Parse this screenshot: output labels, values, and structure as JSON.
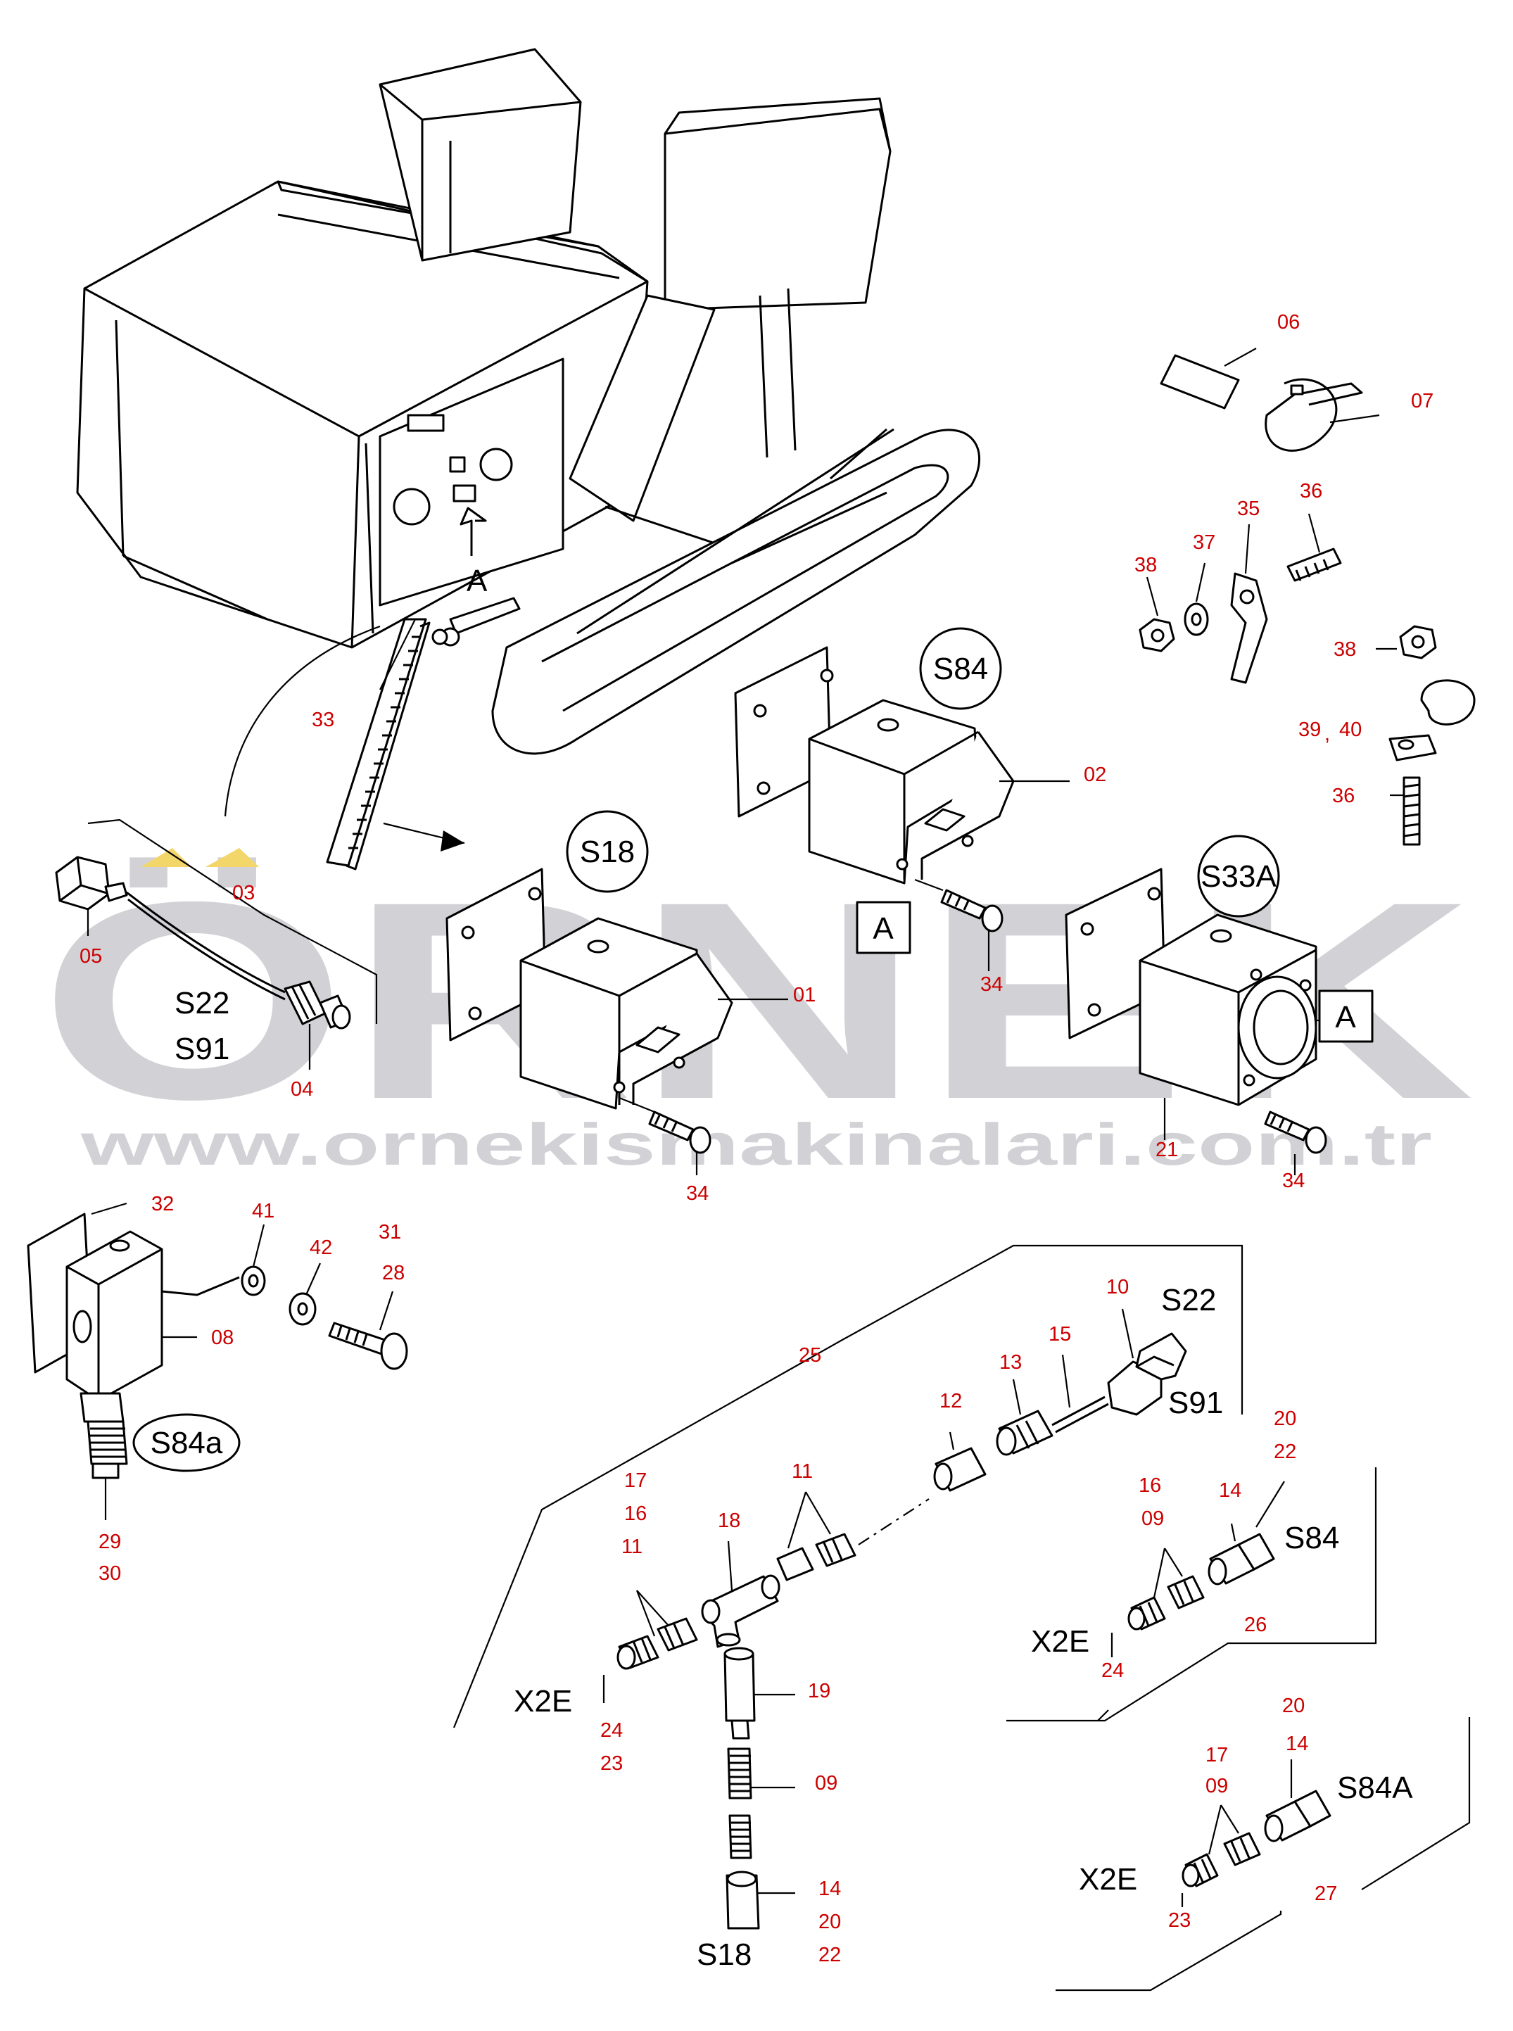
{
  "watermark": {
    "brand": "ÖRNEK",
    "url": "www.ornekismakinalari.com.tr",
    "color": "#d2d2d6",
    "dot_color": "#f3d66a"
  },
  "callouts": {
    "c01": "01",
    "c02": "02",
    "c03": "03",
    "c04": "04",
    "c05": "05",
    "c06": "06",
    "c07": "07",
    "c08": "08",
    "c09a": "09",
    "c09b": "09",
    "c09c": "09",
    "c10": "10",
    "c11a": "11",
    "c11b": "11",
    "c12": "12",
    "c13": "13",
    "c14a": "14",
    "c14b": "14",
    "c14c": "14",
    "c15": "15",
    "c16a": "16",
    "c16b": "16",
    "c17a": "17",
    "c17b": "17",
    "c18": "18",
    "c19": "19",
    "c20a": "20",
    "c20b": "20",
    "c20c": "20",
    "c21": "21",
    "c22a": "22",
    "c22b": "22",
    "c23a": "23",
    "c23b": "23",
    "c24a": "24",
    "c24b": "24",
    "c25": "25",
    "c26": "26",
    "c27": "27",
    "c28": "28",
    "c29": "29",
    "c30": "30",
    "c31": "31",
    "c32": "32",
    "c33": "33",
    "c34a": "34",
    "c34b": "34",
    "c34c": "34",
    "c35": "35",
    "c36a": "36",
    "c36b": "36",
    "c37": "37",
    "c38a": "38",
    "c38b": "38",
    "c39": "39",
    "c39sep": ",",
    "c40": "40",
    "c41": "41",
    "c42": "42"
  },
  "labels": {
    "viewA": "A",
    "boxA1": "A",
    "boxA2": "A",
    "s84_circle": "S84",
    "s18_circle": "S18",
    "s33a_circle": "S33A",
    "s84a_oval": "S84a",
    "s22_left": "S22",
    "s91_left": "S91",
    "s22_right": "S22",
    "s91_right": "S91",
    "s84_conn": "S84",
    "s84A_conn": "S84A",
    "s18_conn": "S18",
    "x2e_main": "X2E",
    "x2e_s84": "X2E",
    "x2e_s84A": "X2E"
  }
}
